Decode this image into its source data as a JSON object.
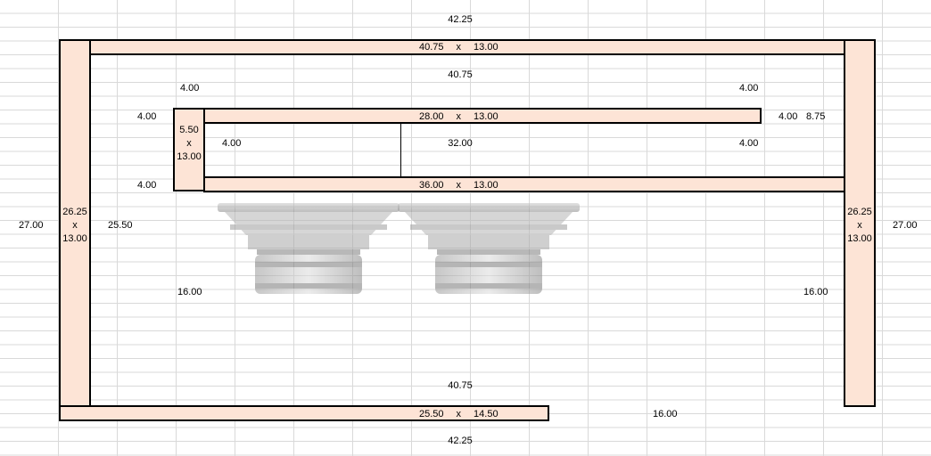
{
  "diagram": {
    "outer_width_top": "42.25",
    "outer_width_bottom": "42.25",
    "inner_width_top": "40.75",
    "inner_width_bottom": "40.75",
    "top_board": {
      "length": "40.75",
      "x": "x",
      "depth": "13.00"
    },
    "left_board": {
      "length": "26.25",
      "x": "x",
      "depth": "13.00"
    },
    "right_board": {
      "length": "26.25",
      "x": "x",
      "depth": "13.00"
    },
    "bottom_board": {
      "length": "25.50",
      "x": "x",
      "depth": "14.50"
    },
    "inner_top_board": {
      "length": "28.00",
      "x": "x",
      "depth": "13.00"
    },
    "inner_mid_board": {
      "length": "36.00",
      "x": "x",
      "depth": "13.00"
    },
    "small_board": {
      "length": "5.50",
      "x": "x",
      "depth": "13.00"
    },
    "dims": {
      "outer_height_left": "27.00",
      "outer_height_right": "27.00",
      "inner_height_left": "25.50",
      "top_gap_left": "4.00",
      "top_gap_right": "4.00",
      "small_gap_top": "4.00",
      "small_gap_bottom": "4.00",
      "chamber_left": "4.00",
      "chamber_width": "32.00",
      "chamber_right": "4.00",
      "right_gap": "4.00",
      "right_gap2": "8.75",
      "lower_left": "16.00",
      "lower_right": "16.00",
      "bottom_right": "16.00"
    }
  }
}
